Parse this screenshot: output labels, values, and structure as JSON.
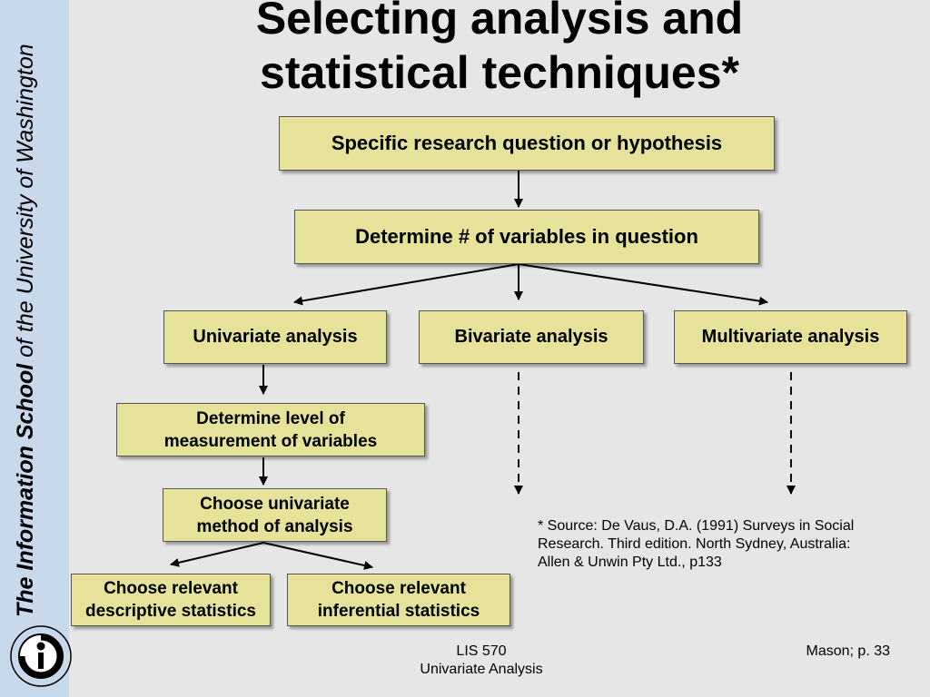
{
  "sidebar": {
    "school": "The Information School",
    "suffix": " of the University of Washington"
  },
  "title": {
    "line1": "Selecting analysis and",
    "line2": "statistical techniques*"
  },
  "flowchart": {
    "research_question": "Specific research question or hypothesis",
    "determine_variables": "Determine # of variables in question",
    "univariate": "Univariate analysis",
    "bivariate": "Bivariate analysis",
    "multivariate": "Multivariate analysis",
    "measurement_line1": "Determine level of",
    "measurement_line2": "measurement of variables",
    "method_line1": "Choose univariate",
    "method_line2": "method of analysis",
    "descriptive_line1": "Choose relevant",
    "descriptive_line2": "descriptive statistics",
    "inferential_line1": "Choose relevant",
    "inferential_line2": "inferential statistics"
  },
  "source": {
    "line1": "* Source: De Vaus, D.A. (1991) Surveys in Social",
    "line2": "Research. Third edition. North Sydney, Australia:",
    "line3": "Allen & Unwin Pty Ltd., p133"
  },
  "footer": {
    "course_line1": "LIS 570",
    "course_line2": "Univariate Analysis",
    "citation": "Mason; p. 33"
  },
  "colors": {
    "box_fill": "#e6e29a",
    "sidebar": "#c9d9ec",
    "background": "#e6e6e6"
  }
}
